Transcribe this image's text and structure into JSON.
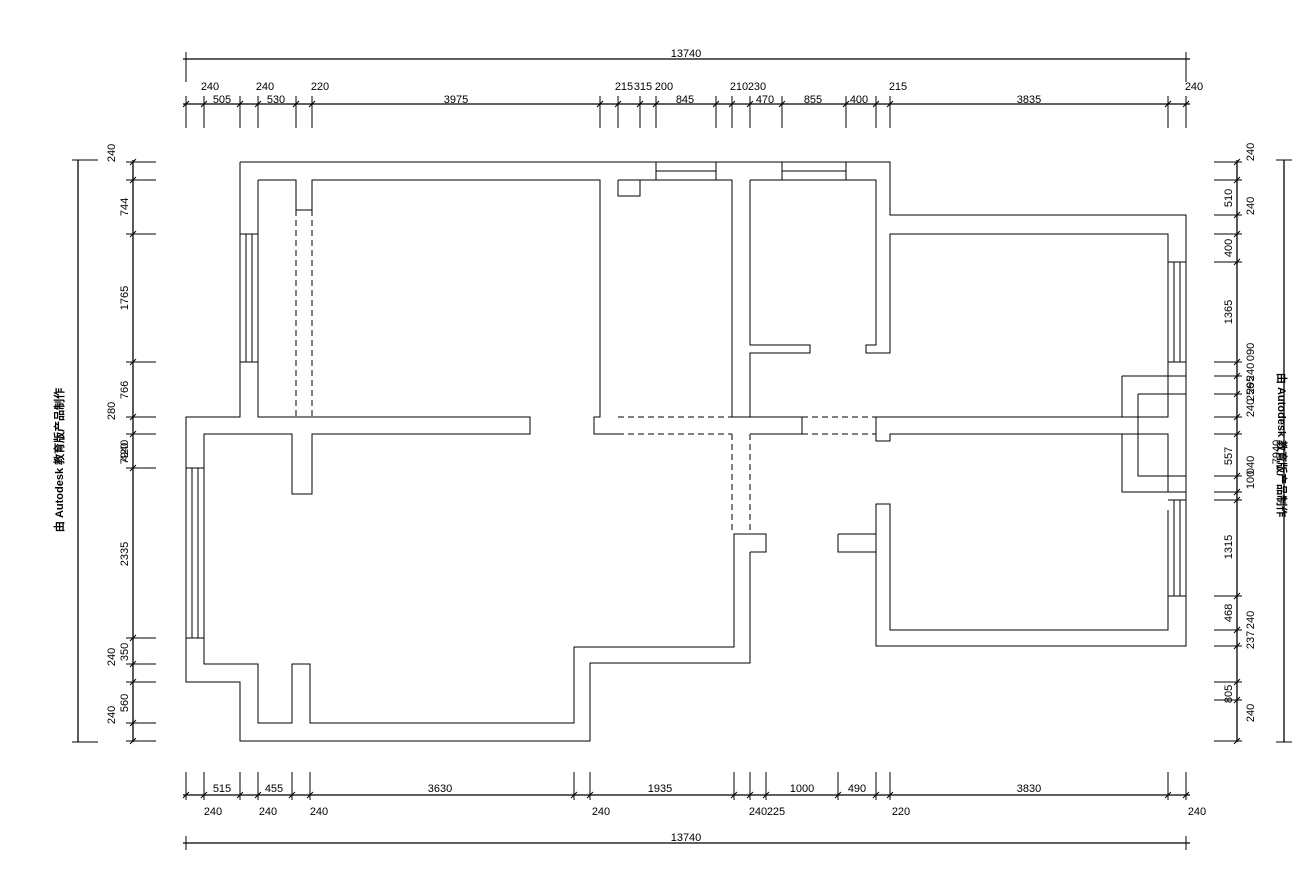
{
  "plan": {
    "total_width": "13740",
    "total_height": "7940",
    "watermark": "由 Autodesk 教育版产品制作",
    "top_row1": [
      "240",
      "240",
      "220",
      "215",
      "315",
      "200",
      "210",
      "230",
      "215",
      "240"
    ],
    "top_row2": [
      "505",
      "530",
      "3975",
      "845",
      "470",
      "855",
      "400",
      "3835"
    ],
    "bottom_row1": [
      "515",
      "455",
      "3630",
      "1935",
      "1000",
      "490",
      "3830"
    ],
    "bottom_row2": [
      "240",
      "240",
      "240",
      "240",
      "240",
      "225",
      "220",
      "240"
    ],
    "left_outer": [
      "240",
      "240",
      "240"
    ],
    "left_inner": [
      "744",
      "1765",
      "766",
      "280",
      "420",
      "2335",
      "350",
      "560"
    ],
    "right_outer": [
      "240",
      "240"
    ],
    "right_inner": [
      "510",
      "240",
      "400",
      "1365",
      "090",
      "240",
      "256",
      "295",
      "240",
      "557",
      "040",
      "100",
      "1315",
      "468",
      "240",
      "237",
      "805"
    ]
  }
}
